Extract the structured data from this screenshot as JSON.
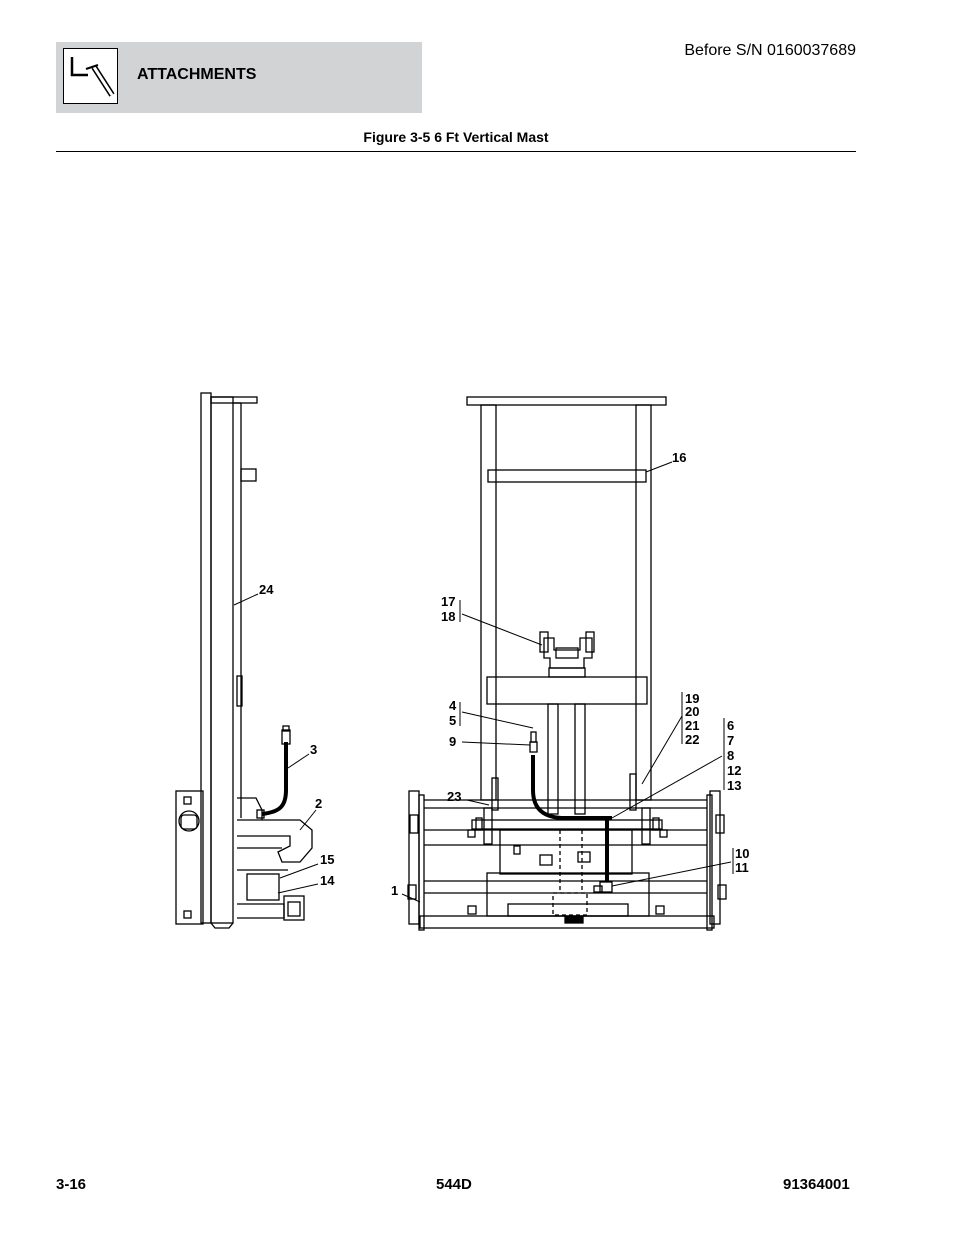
{
  "header": {
    "section_title": "ATTACHMENTS",
    "serial_note": "Before S/N 0160037689",
    "icon": "attachment-tool-icon"
  },
  "figure": {
    "title": "Figure 3-5 6 Ft Vertical Mast",
    "callouts": {
      "c1": "1",
      "c2": "2",
      "c3": "3",
      "c4": "4",
      "c5": "5",
      "c6": "6",
      "c7": "7",
      "c8": "8",
      "c9": "9",
      "c10": "10",
      "c11": "11",
      "c12": "12",
      "c13": "13",
      "c14": "14",
      "c15": "15",
      "c16": "16",
      "c17": "17",
      "c18": "18",
      "c19": "19",
      "c20": "20",
      "c21": "21",
      "c22": "22",
      "c23": "23",
      "c24": "24"
    }
  },
  "footer": {
    "page_number": "3-16",
    "model": "544D",
    "document_number": "91364001"
  }
}
